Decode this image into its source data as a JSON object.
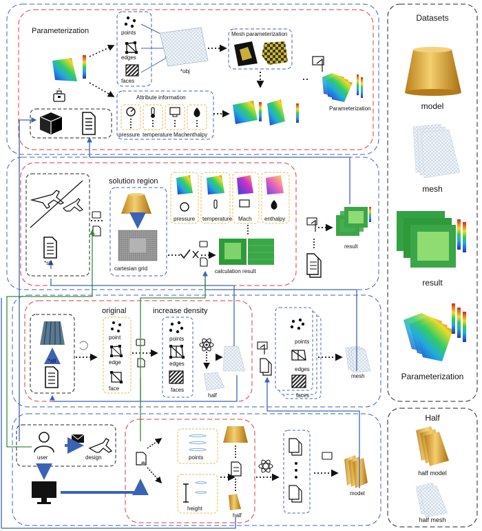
{
  "parameterization": {
    "title": "Parameterization",
    "points": "points",
    "edges": "edges",
    "faces": "faces",
    "obj": "*obj",
    "mesh_param": "Mesh parameterization",
    "attr_info": "Attribute information",
    "pressure": "pressure",
    "temperature": "temperature",
    "mach": "Mach",
    "enthalpy": "enthalpy",
    "param_out": "Parameterization"
  },
  "solution": {
    "stl": "*stl",
    "region": "solution region",
    "grid": "cartesian grid",
    "pressure": "pressure",
    "temperature": "temperature",
    "mach": "Mach",
    "enthalpy": "enthalpy",
    "calc": "calculation result",
    "result": "result"
  },
  "density": {
    "stl": "*stl",
    "original": "original",
    "point": "point",
    "edge": "edge",
    "face": "face",
    "increase": "increase density",
    "points": "points",
    "edges": "edges",
    "faces": "faces",
    "half": "half",
    "points2": "points",
    "edges2": "edges",
    "faces2": "faces",
    "mesh": "mesh"
  },
  "design": {
    "user": "user",
    "design": "design",
    "points": "points",
    "height": "height",
    "half": "half",
    "model": "model"
  },
  "datasets": {
    "title": "Datasets",
    "model": "model",
    "mesh": "mesh",
    "result": "result",
    "param": "Parameterization"
  },
  "half_panel": {
    "title": "Half",
    "half_model": "half model",
    "half_mesh": "half mesh"
  },
  "colors": {
    "red": "#d83a3a",
    "blue": "#3b63b5",
    "yellow": "#e8b84a",
    "green": "#3a8a3a",
    "gold": "#d9a43a"
  }
}
